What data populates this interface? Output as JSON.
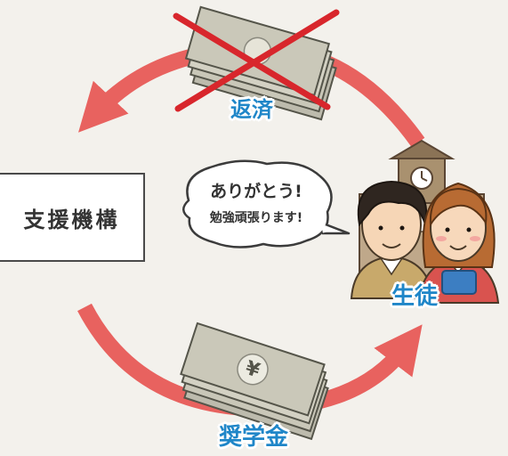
{
  "diagram": {
    "organization_label": "支援機構",
    "student_label": "生徒",
    "scholarship_label": "奨学金",
    "repayment_label": "返済",
    "speech": {
      "line1": "ありがとう!",
      "line2": "勉強頑張ります!"
    },
    "banknote_symbol": "¥",
    "icons": [
      "school-building-icon",
      "student-boy-icon",
      "student-girl-icon",
      "banknote-stack-icon",
      "cross-mark-icon",
      "cycle-arrow-icon"
    ],
    "colors": {
      "arrow": "#e8625f",
      "label_blue": "#1f86c8",
      "cross_red": "#d8262c",
      "banknote": "#c9c7b8",
      "background": "#f3f1ec"
    }
  }
}
